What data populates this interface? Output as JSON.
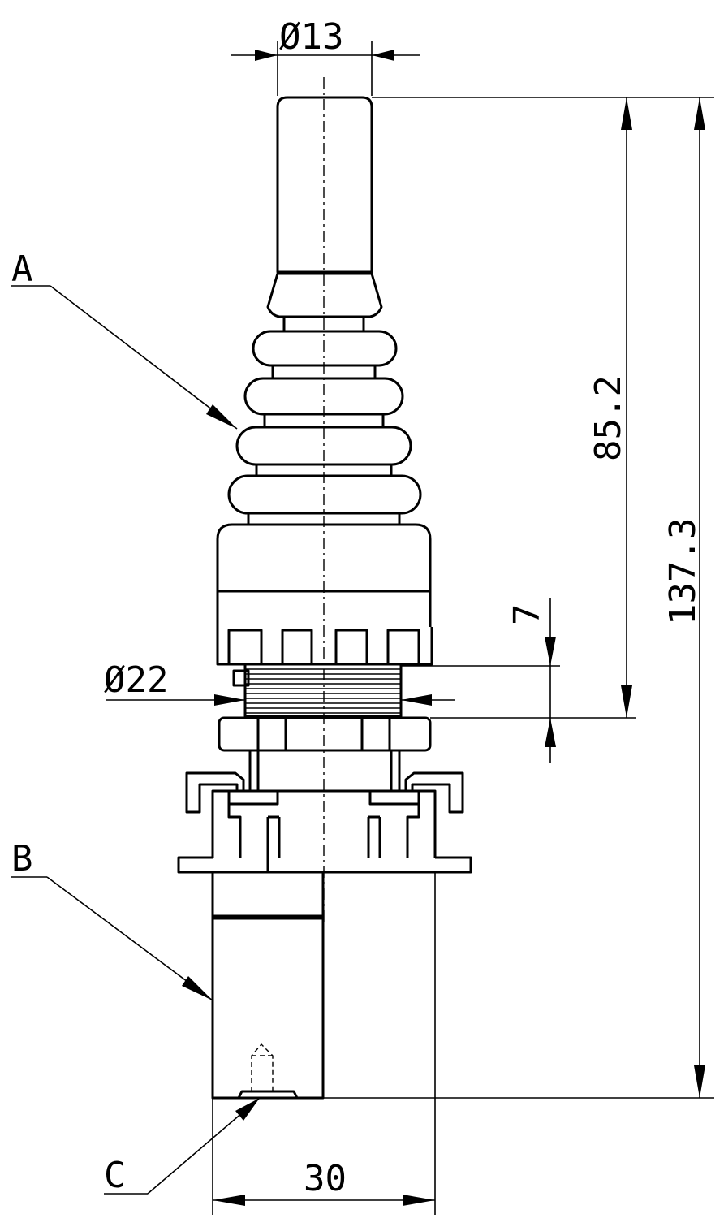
{
  "drawing": {
    "dimensions": {
      "stem_diameter": "Ø13",
      "thread_diameter": "Ø22",
      "height_above_panel": "85.2",
      "overall_height": "137.3",
      "thread_length": "7",
      "body_width": "30"
    },
    "callouts": {
      "a": "A",
      "b": "B",
      "c": "C"
    }
  }
}
